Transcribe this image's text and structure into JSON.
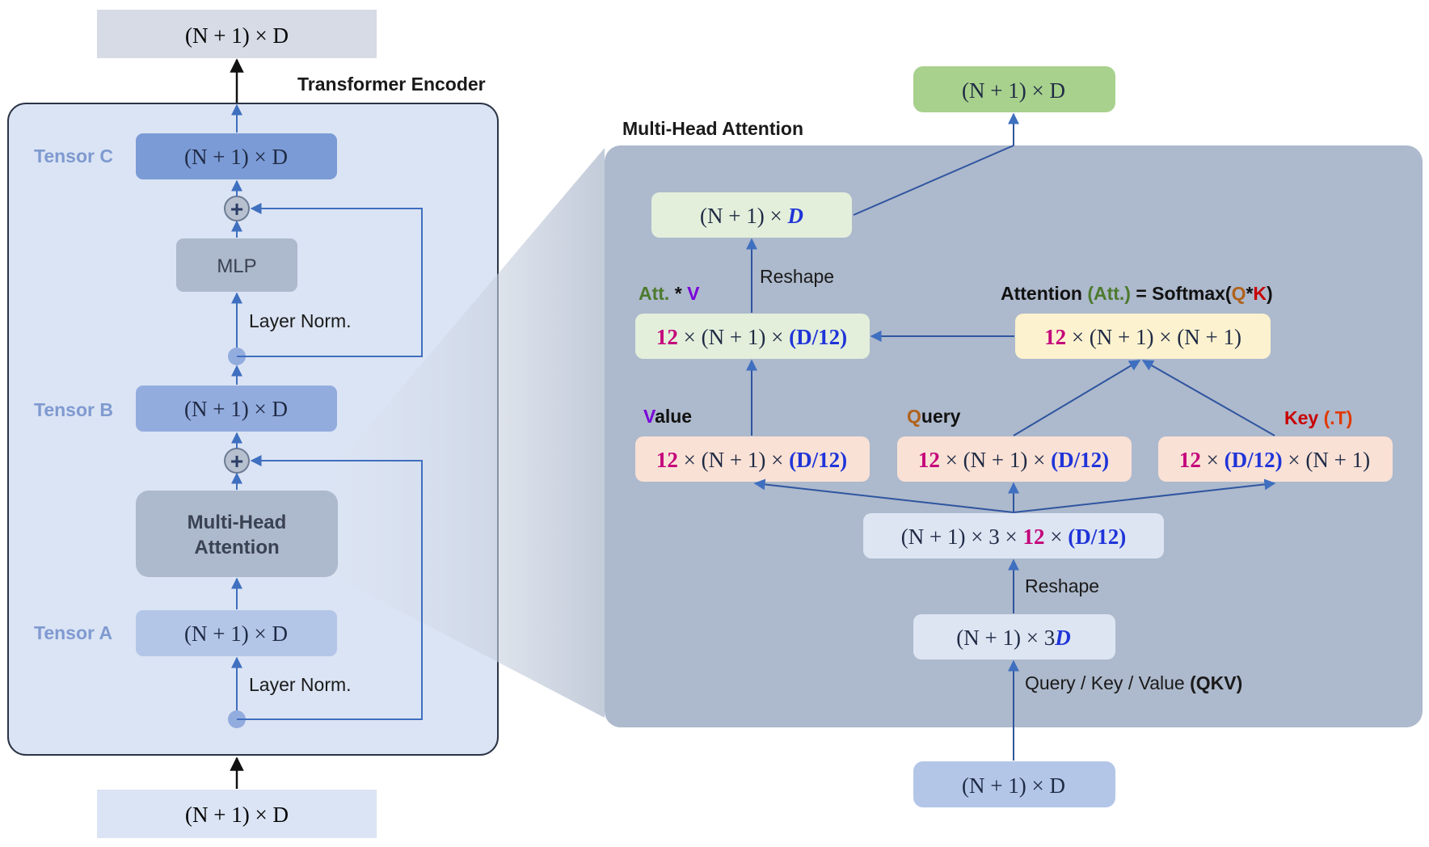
{
  "colors": {
    "arrow_blue": "#3f6fbf",
    "encoder_panel": "#dbe4f4",
    "mha_panel": "#adb9cc",
    "tensor_c": "#7b9bd6",
    "tensor_b": "#93acde",
    "tensor_a": "#b3c6e8",
    "mlp_box": "#adb9cc",
    "green_output": "#a8d18d",
    "light_green": "#e3efdb",
    "peach": "#f9e1d6",
    "cream": "#fdf2cf",
    "light_blue": "#dde5f3",
    "magenta": "#c4007a",
    "blue_d": "#1f34d8",
    "violet": "#7a00d8",
    "olive_green": "#4d7a2e",
    "brown": "#b0621c",
    "red": "#c80000"
  },
  "math": {
    "n_plus_1_times_d": "(N + 1) × D",
    "n_plus_1_times_3d": "(N + 1) × 3D",
    "reshape_qkv": "(N + 1) × 3 × 12 × (D/12)",
    "head_qv": "12 × (N + 1) × (D/12)",
    "head_k": "12 × (D/12) × (N + 1)",
    "attention_matrix": "12 × (N + 1) × (N + 1)"
  },
  "encoder": {
    "title": "Transformer Encoder",
    "tensor_c_label": "Tensor C",
    "tensor_b_label": "Tensor B",
    "tensor_a_label": "Tensor A",
    "mlp_label": "MLP",
    "mha_line1": "Multi-Head",
    "mha_line2": "Attention",
    "layer_norm_top": "Layer Norm.",
    "layer_norm_bottom": "Layer Norm."
  },
  "mha": {
    "title": "Multi-Head Attention",
    "reshape_top": "Reshape",
    "reshape_bottom": "Reshape",
    "value_label_v": "V",
    "value_label_rest": "alue",
    "query_label_q": "Q",
    "query_label_rest": "uery",
    "key_label": "Key",
    "key_transpose": "(.T)",
    "att_v_att": "Att.",
    "att_v_star": " * ",
    "att_v_v": "V",
    "attention_formula": {
      "word": "Attention ",
      "att": "(Att.)",
      "eq": " = Softmax(",
      "q": "Q",
      "star": "*",
      "k": "K",
      "close": ")"
    },
    "qkv_prefix": "Query / Key / Value ",
    "qkv_bold": "(QKV)"
  }
}
